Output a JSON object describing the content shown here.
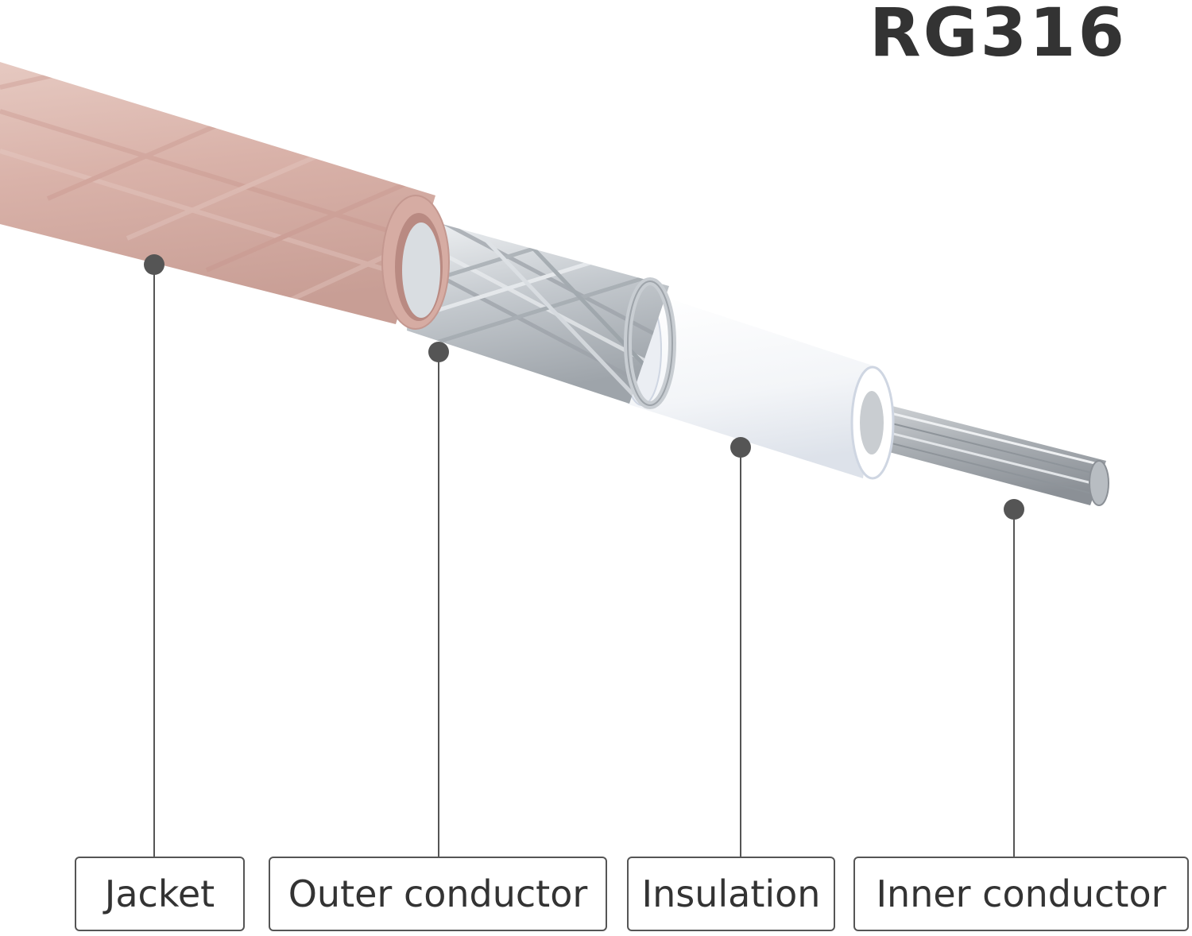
{
  "title": "RG316",
  "labels": {
    "jacket": "Jacket",
    "outer_conductor": "Outer conductor",
    "insulation": "Insulation",
    "inner_conductor": "Inner conductor"
  },
  "colors": {
    "jacket": "#d8b3ab",
    "braid": "#c9cdd1",
    "insulation": "#f7f9fc",
    "inner": "#a9aeb3",
    "leader": "#555555",
    "text": "#333333"
  }
}
